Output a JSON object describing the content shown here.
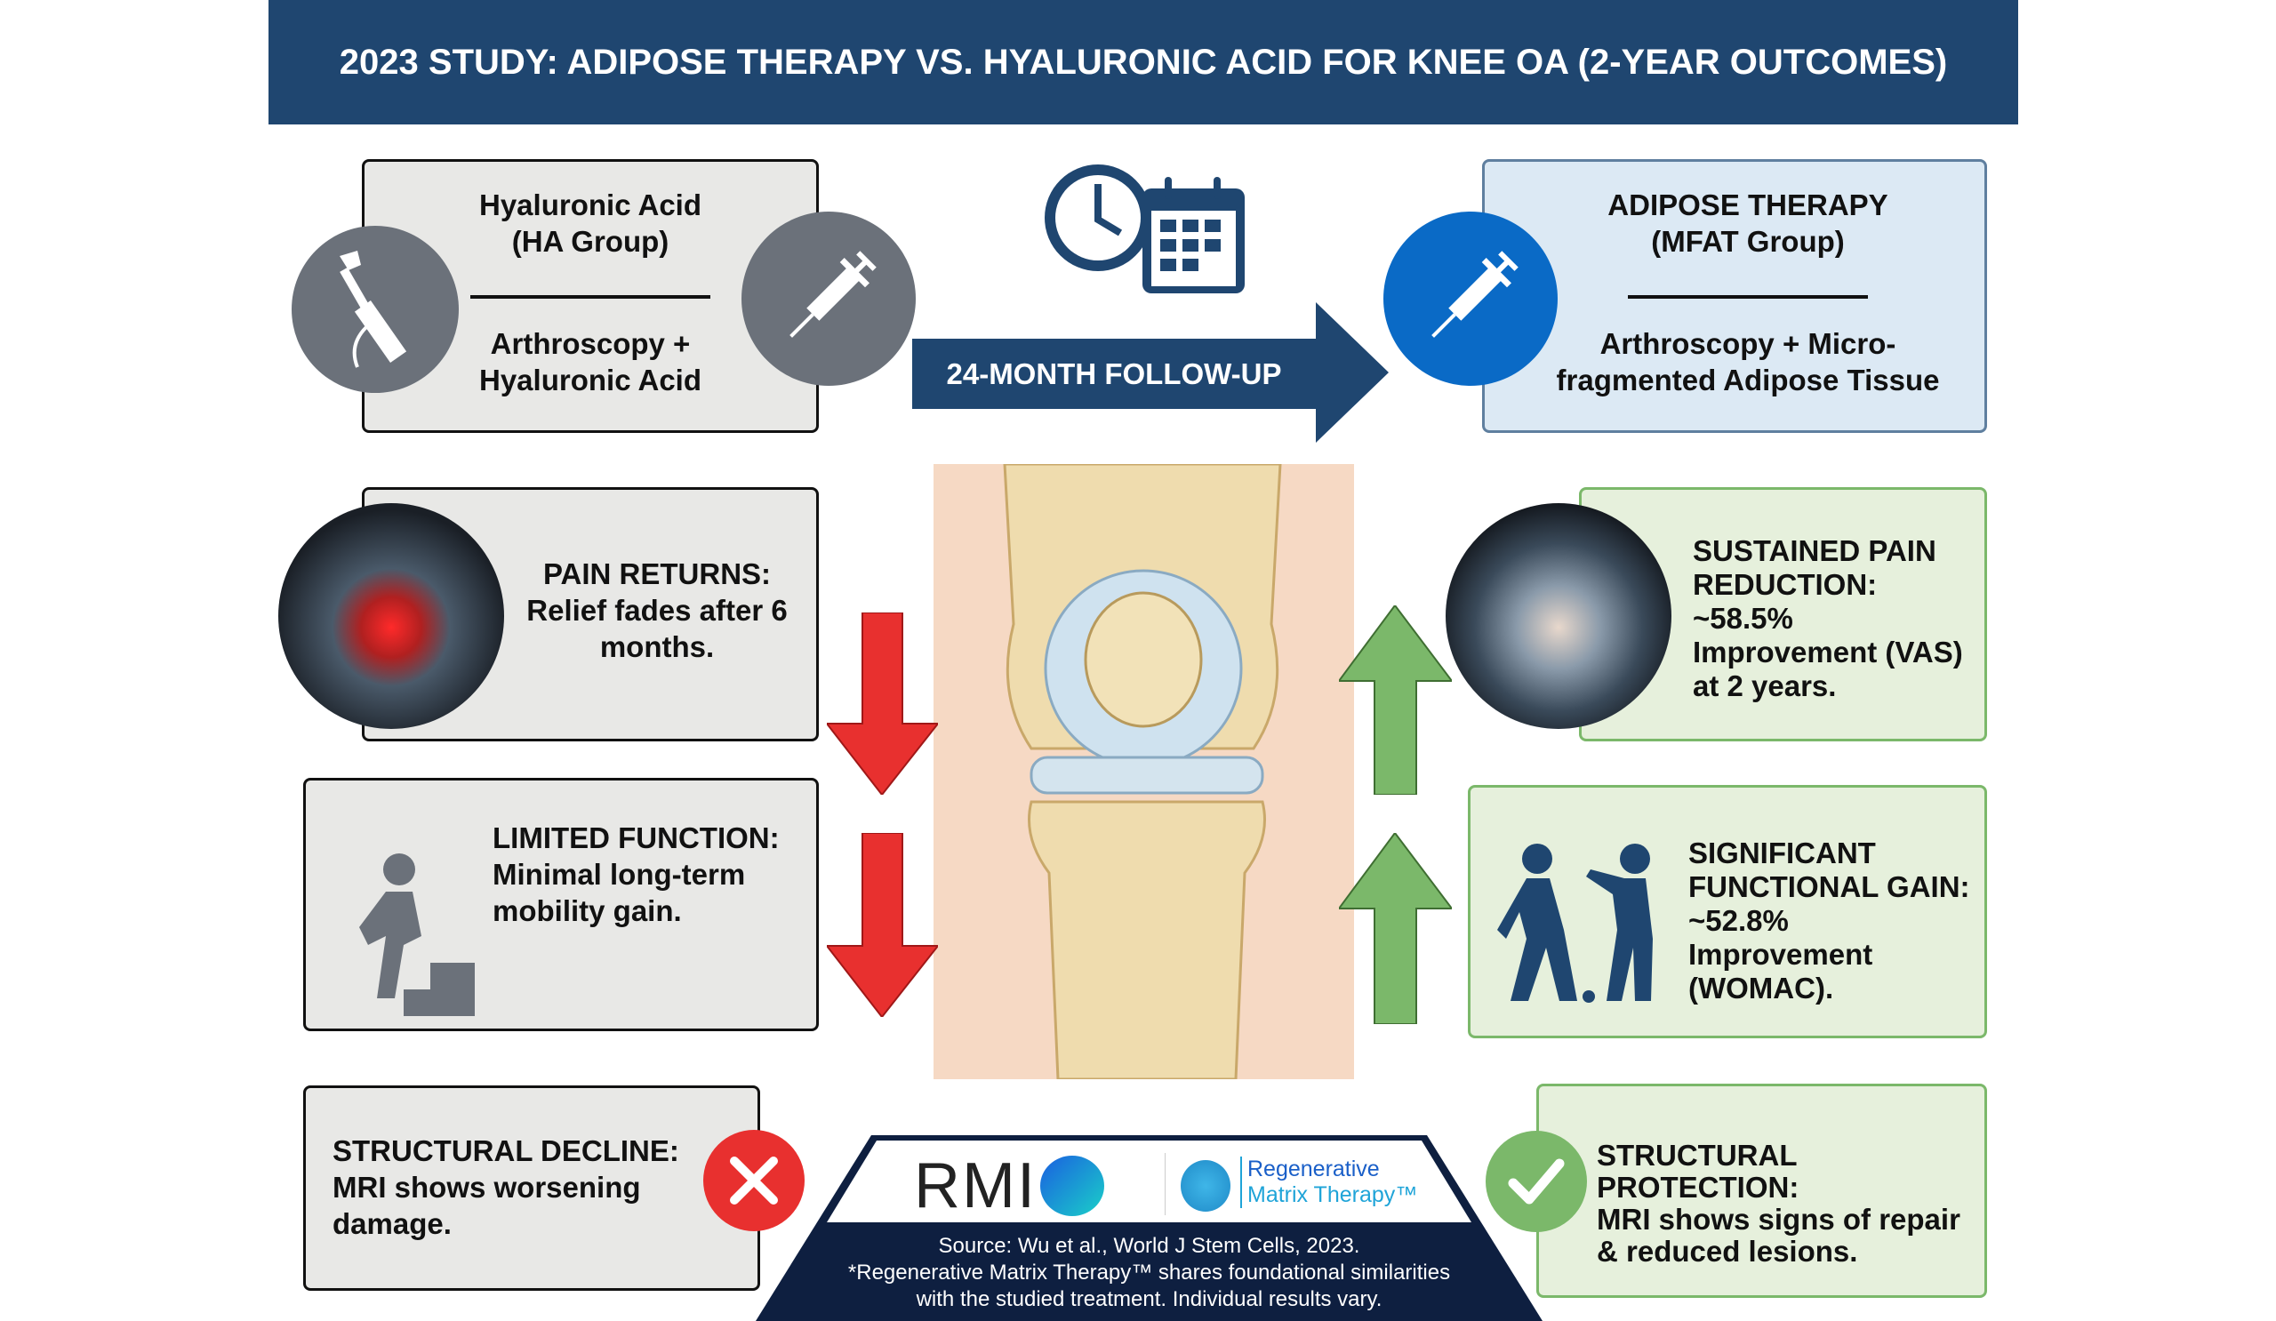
{
  "title": "2023 STUDY: ADIPOSE THERAPY VS. HYALURONIC ACID FOR KNEE OA (2-YEAR OUTCOMES)",
  "ha_group": {
    "title_line1": "Hyaluronic Acid",
    "title_line2": "(HA Group)",
    "desc_line1": "Arthroscopy +",
    "desc_line2": "Hyaluronic Acid"
  },
  "mfat_group": {
    "title_line1": "ADIPOSE THERAPY",
    "title_line2": "(MFAT Group)",
    "desc_line1": "Arthroscopy + Micro-",
    "desc_line2": "fragmented Adipose Tissue"
  },
  "followup_label": "24-MONTH FOLLOW-UP",
  "left_outcomes": [
    {
      "heading": "PAIN RETURNS:",
      "text": "Relief fades after 6 months."
    },
    {
      "heading": "LIMITED FUNCTION:",
      "text": "Minimal long-term mobility gain."
    },
    {
      "heading": "STRUCTURAL DECLINE:",
      "text": "MRI shows worsening damage."
    }
  ],
  "right_outcomes": [
    {
      "heading": "SUSTAINED PAIN REDUCTION:",
      "text": "~58.5% Improvement (VAS) at 2 years."
    },
    {
      "heading": "SIGNIFICANT FUNCTIONAL GAIN:",
      "text": "~52.8% Improvement (WOMAC)."
    },
    {
      "heading": "STRUCTURAL PROTECTION:",
      "text": "MRI shows signs of repair & reduced lesions."
    }
  ],
  "footer": {
    "logo_text": "RMI",
    "brand_line1": "Regenerative",
    "brand_line2": "Matrix Therapy™",
    "source": "Source: Wu et al., World J Stem Cells, 2023.",
    "disclaimer_line1": "*Regenerative Matrix Therapy™ shares foundational similarities",
    "disclaimer_line2": "with the studied treatment. Individual results vary."
  },
  "colors": {
    "navy": "#1f4670",
    "red": "#e8302f",
    "green": "#7bb86a",
    "blue": "#0a6ac6",
    "gray_icon": "#6b717a"
  }
}
